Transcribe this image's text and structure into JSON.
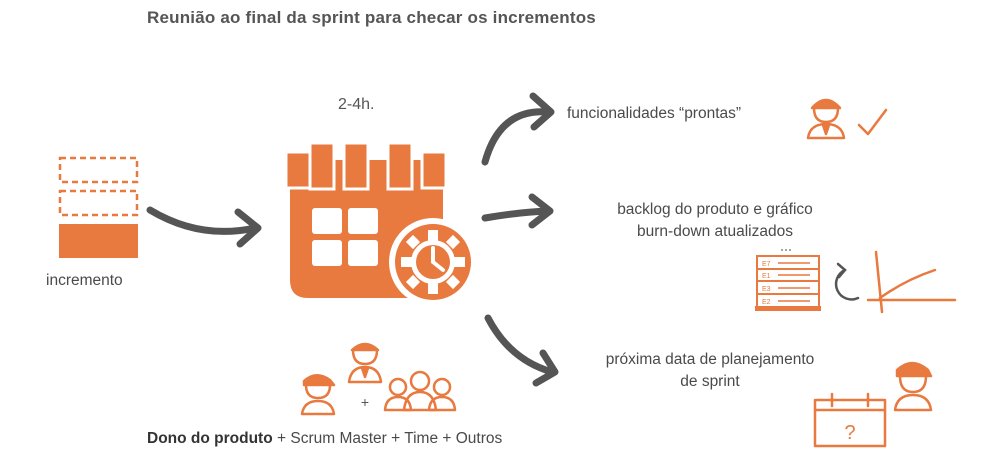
{
  "title": "Reunião ao final da sprint para checar os incrementos",
  "duration": "2-4h.",
  "increment_label": "incremento",
  "outputs": [
    {
      "text": "funcionalidades “prontas”"
    },
    {
      "line1": "backlog do produto e gráfico",
      "line2": "burn-down atualizados"
    },
    {
      "line1": "próxima data de planejamento",
      "line2": "de sprint"
    }
  ],
  "backlog_items": [
    "E7",
    "E1",
    "E3",
    "E2"
  ],
  "calendar_question": "?",
  "plus_sign": "+",
  "team": {
    "product_owner": "Dono do produto",
    "rest": " + Scrum Master + Time + Outros"
  },
  "colors": {
    "accent": "#e8793f",
    "arrow": "#555555",
    "text": "#4a4a4a"
  },
  "icons": [
    "increment-stack-icon",
    "calendar-gear-icon",
    "person-check-icon",
    "backlog-board-icon",
    "refresh-arrow-icon",
    "burndown-chart-icon",
    "calendar-question-icon",
    "person-icon",
    "group-icon"
  ]
}
